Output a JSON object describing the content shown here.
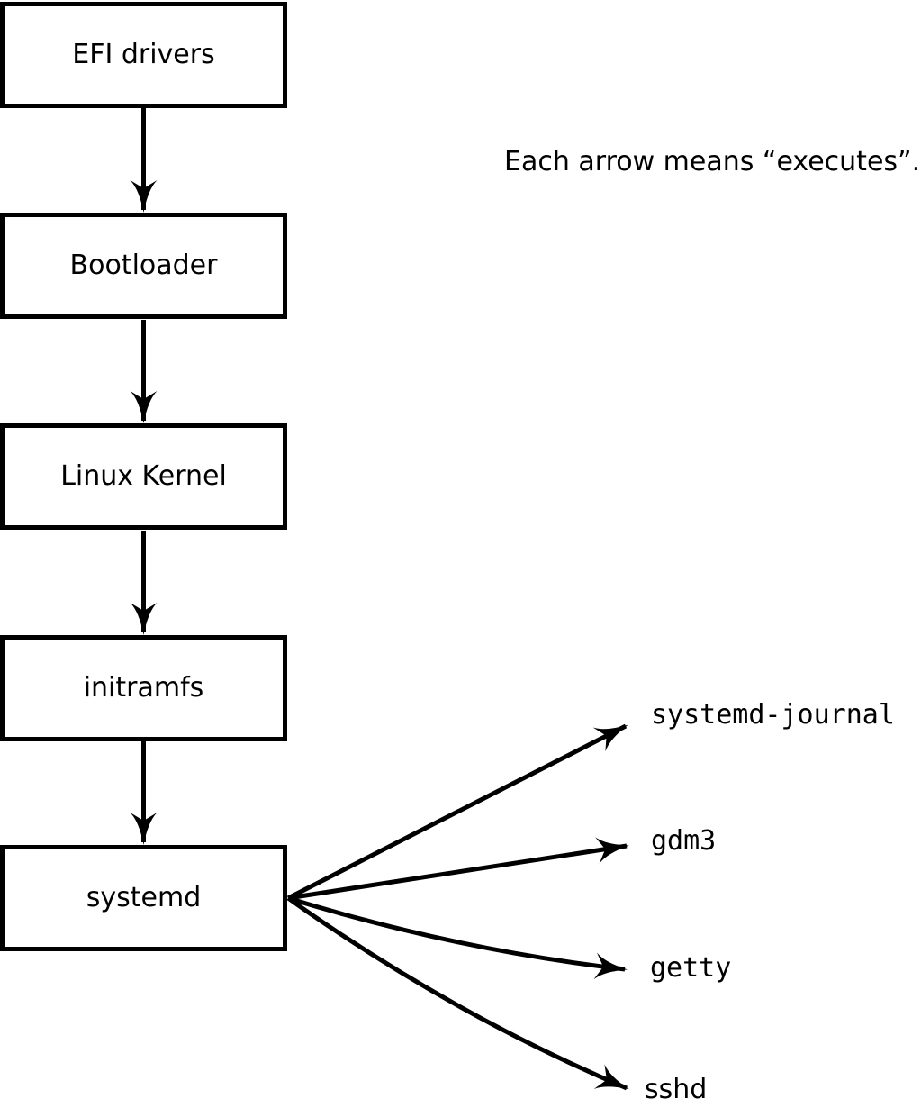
{
  "diagram": {
    "caption": "Each arrow means “executes”.",
    "arrow_meaning": "executes",
    "colors": {
      "line": "#000000",
      "box_fill": "#ffffff",
      "text": "#000000"
    },
    "chain": [
      {
        "id": "efi-drivers",
        "label": "EFI drivers"
      },
      {
        "id": "bootloader",
        "label": "Bootloader"
      },
      {
        "id": "linux-kernel",
        "label": "Linux Kernel"
      },
      {
        "id": "initramfs",
        "label": "initramfs"
      },
      {
        "id": "systemd",
        "label": "systemd"
      }
    ],
    "spawned": [
      {
        "id": "systemd-journal",
        "label": "systemd-journal"
      },
      {
        "id": "gdm3",
        "label": "gdm3"
      },
      {
        "id": "getty",
        "label": "getty"
      },
      {
        "id": "sshd",
        "label": "sshd"
      }
    ]
  }
}
